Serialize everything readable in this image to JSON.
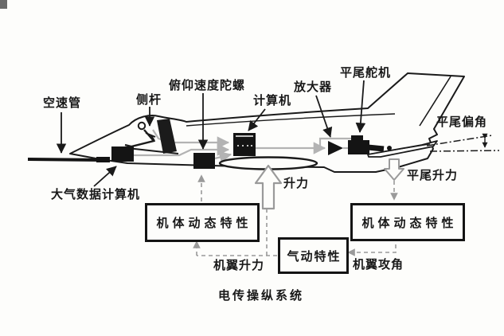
{
  "diagram": {
    "caption": "电传操纵系统",
    "labels": {
      "pitot": "空速管",
      "side_stick": "侧杆",
      "pitch_rate_gyro": "俯仰速度陀螺",
      "computer": "计算机",
      "amplifier": "放大器",
      "tail_servo": "平尾舵机",
      "tail_deflection": "平尾偏角",
      "tail_lift": "平尾升力",
      "air_data_computer": "大气数据计算机",
      "lift": "升力",
      "wing_lift": "机翼升力",
      "wing_aoa": "机翼攻角"
    },
    "boxes": {
      "airframe_dynamics_left": "机体动态特性",
      "airframe_dynamics_right": "机体动态特性",
      "aero_characteristics": "气动特性"
    },
    "colors": {
      "ink": "#1a1a1a",
      "signal_gray": "#b3b3b3",
      "dashed_gray": "#9a9a9a",
      "background": "#fdfdfb"
    }
  }
}
